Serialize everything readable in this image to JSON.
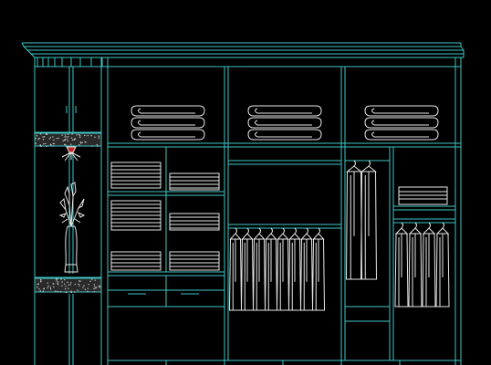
{
  "drawing": {
    "background": "#000000",
    "line_color": "#3fc6c6",
    "detail_color": "#e6e6e6",
    "accent_color": "#c02020",
    "elements": [
      "crown-molding",
      "side-display-column",
      "vase-with-plant",
      "stone-shelf",
      "wall-lamp",
      "folded-towel-stacks",
      "shirt-shelf-stacks",
      "drawer-units",
      "hanging-rail",
      "hanger-clothes",
      "long-coats",
      "base-plinth"
    ]
  }
}
